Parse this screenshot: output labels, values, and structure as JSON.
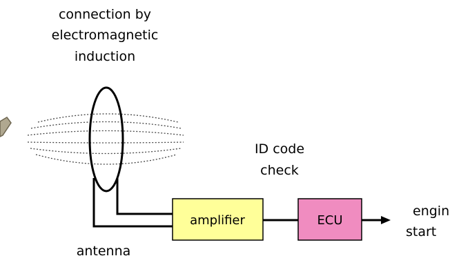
{
  "labels": {
    "induction_line1": "connection by",
    "induction_line2": "electromagnetic",
    "induction_line3": "induction",
    "id_check_line1": "ID code",
    "id_check_line2": "check",
    "antenna": "antenna",
    "engine_line1": "engine",
    "engine_line2": "start"
  },
  "blocks": {
    "amplifier": "amplifier",
    "ecu": "ECU"
  },
  "colors": {
    "amplifier_fill": "#ffff99",
    "ecu_fill": "#f08cc0",
    "key_fill": "#b0a890"
  }
}
